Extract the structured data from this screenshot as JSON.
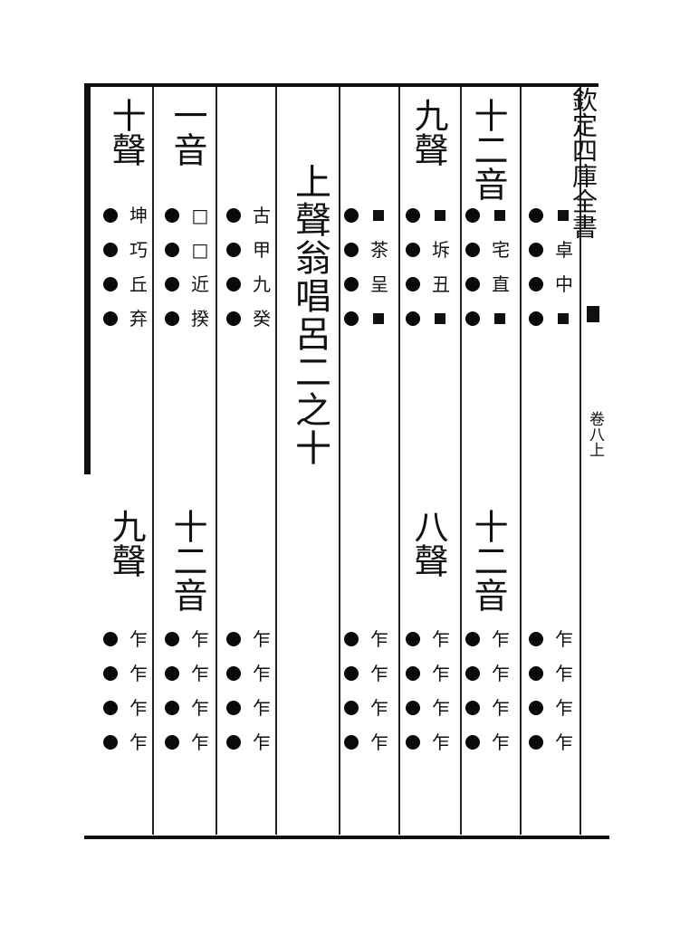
{
  "title": "上聲翁唱呂二之十",
  "margin": {
    "book_title": "欽定四庫全書",
    "juan": "卷八上"
  },
  "upper_columns": [
    {
      "header": "十聲",
      "cells": [
        "坤",
        "巧",
        "丘",
        "弃"
      ]
    },
    {
      "header": "一音",
      "cells": [
        "□",
        "□",
        "近",
        "揆"
      ]
    },
    {
      "header": "",
      "cells": [
        "古",
        "甲",
        "九",
        "癸"
      ]
    },
    {
      "header": "",
      "cells": [
        "■",
        "茶",
        "呈",
        "■"
      ]
    },
    {
      "header": "九聲",
      "cells": [
        "■",
        "坼",
        "丑",
        "■"
      ]
    },
    {
      "header": "十二音",
      "cells": [
        "■",
        "宅",
        "直",
        "■"
      ]
    },
    {
      "header": "",
      "cells": [
        "■",
        "卓",
        "中",
        "■"
      ]
    }
  ],
  "lower_columns": [
    {
      "header": "九聲",
      "cells": [
        "乍",
        "乍",
        "乍",
        "乍"
      ]
    },
    {
      "header": "十二音",
      "cells": [
        "乍",
        "乍",
        "乍",
        "乍"
      ]
    },
    {
      "header": "",
      "cells": [
        "乍",
        "乍",
        "乍",
        "乍"
      ]
    },
    {
      "header": "",
      "cells": [
        "乍",
        "乍",
        "乍",
        "乍"
      ]
    },
    {
      "header": "八聲",
      "cells": [
        "乍",
        "乍",
        "乍",
        "乍"
      ]
    },
    {
      "header": "十二音",
      "cells": [
        "乍",
        "乍",
        "乍",
        "乍"
      ]
    },
    {
      "header": "",
      "cells": [
        "乍",
        "乍",
        "乍",
        "乍"
      ]
    }
  ]
}
